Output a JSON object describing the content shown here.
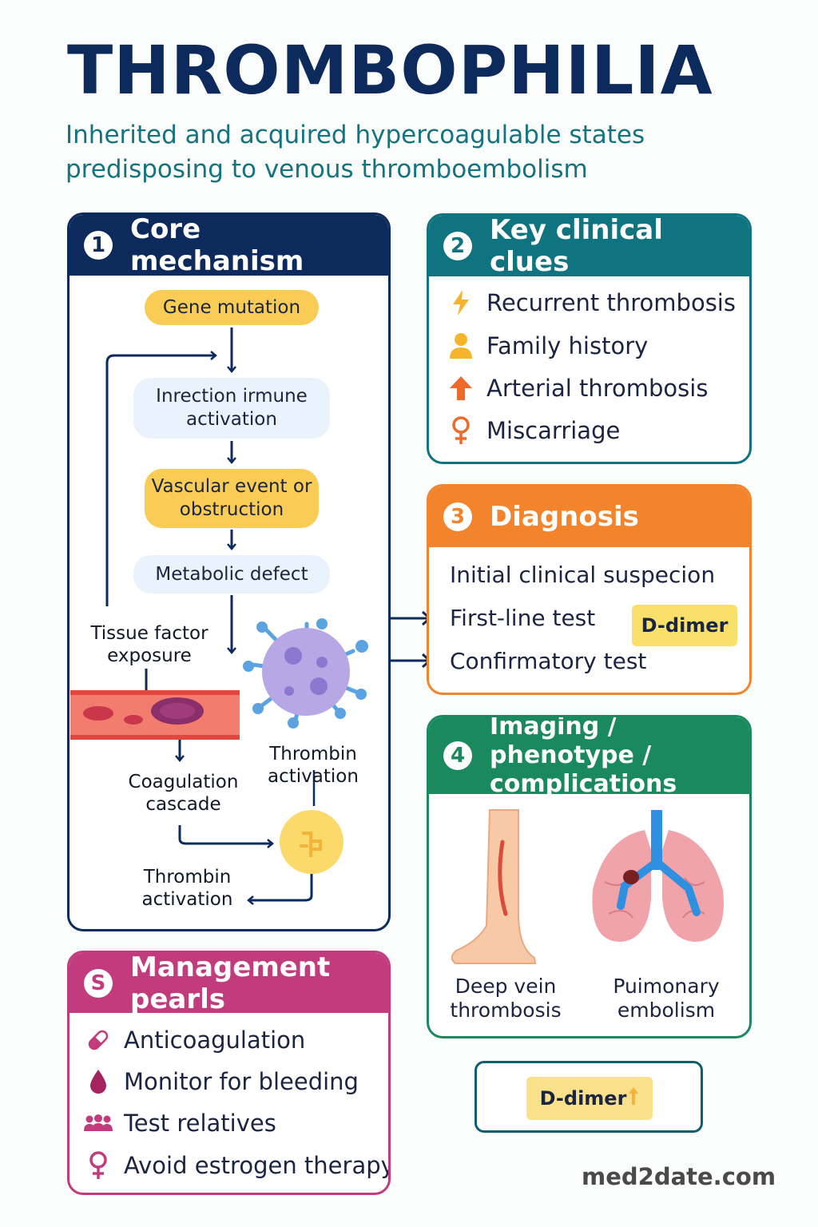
{
  "title": "THROMBOPHILIA",
  "subtitle": "Inherited and acquired hypercoagulable states predisposing to venous thromboembolism",
  "core": {
    "number": "1",
    "title": "Core mechanism",
    "gene_mutation": "Gene mutation",
    "infection": "Inrection irmune activation",
    "vascular": "Vascular event or obstruction",
    "metabolic": "Metabolic defect",
    "tissue_factor": "Tissue factor exposure",
    "coagulation": "Coagulation cascade",
    "thrombin_right": "Thrombin activation",
    "thrombin_bottom": "Thrombin activation"
  },
  "clues": {
    "number": "2",
    "title": "Key clinical clues",
    "items": [
      {
        "label": "Recurrent thrombosis",
        "icon": "lightning-icon",
        "color": "#f6b42c"
      },
      {
        "label": "Family history",
        "icon": "person-icon",
        "color": "#f6b42c"
      },
      {
        "label": "Arterial thrombosis",
        "icon": "arrow-up-icon",
        "color": "#ee6a2a"
      },
      {
        "label": "Miscarriage",
        "icon": "female-symbol-icon",
        "color": "#ee6a2a"
      }
    ]
  },
  "diagnosis": {
    "number": "3",
    "title": "Diagnosis",
    "items": [
      "Initial clinical suspecion",
      "First-line test",
      "Confirmatory test"
    ],
    "tag": "D-dimer"
  },
  "imaging": {
    "number": "4",
    "title_line1": "Imaging / phenotype /",
    "title_line2": "complications",
    "dvt": "Deep vein thrombosis",
    "pe": "Puimonary embolism"
  },
  "management": {
    "number": "S",
    "title": "Management pearls",
    "items": [
      {
        "label": "Anticoagulation",
        "icon": "pill-icon"
      },
      {
        "label": "Monitor for bleeding",
        "icon": "blood-drop-icon"
      },
      {
        "label": "Test relatives",
        "icon": "family-group-icon"
      },
      {
        "label": "Avoid estrogen therapy",
        "icon": "female-symbol-icon"
      }
    ]
  },
  "ddimer_box": {
    "label": "D-dimer"
  },
  "site": "med2date.com",
  "colors": {
    "navy": "#0d2a5c",
    "teal": "#0f7380",
    "orange": "#f3842c",
    "green": "#1a8a5e",
    "magenta": "#c23b7c",
    "yellow": "#f9cc56"
  }
}
